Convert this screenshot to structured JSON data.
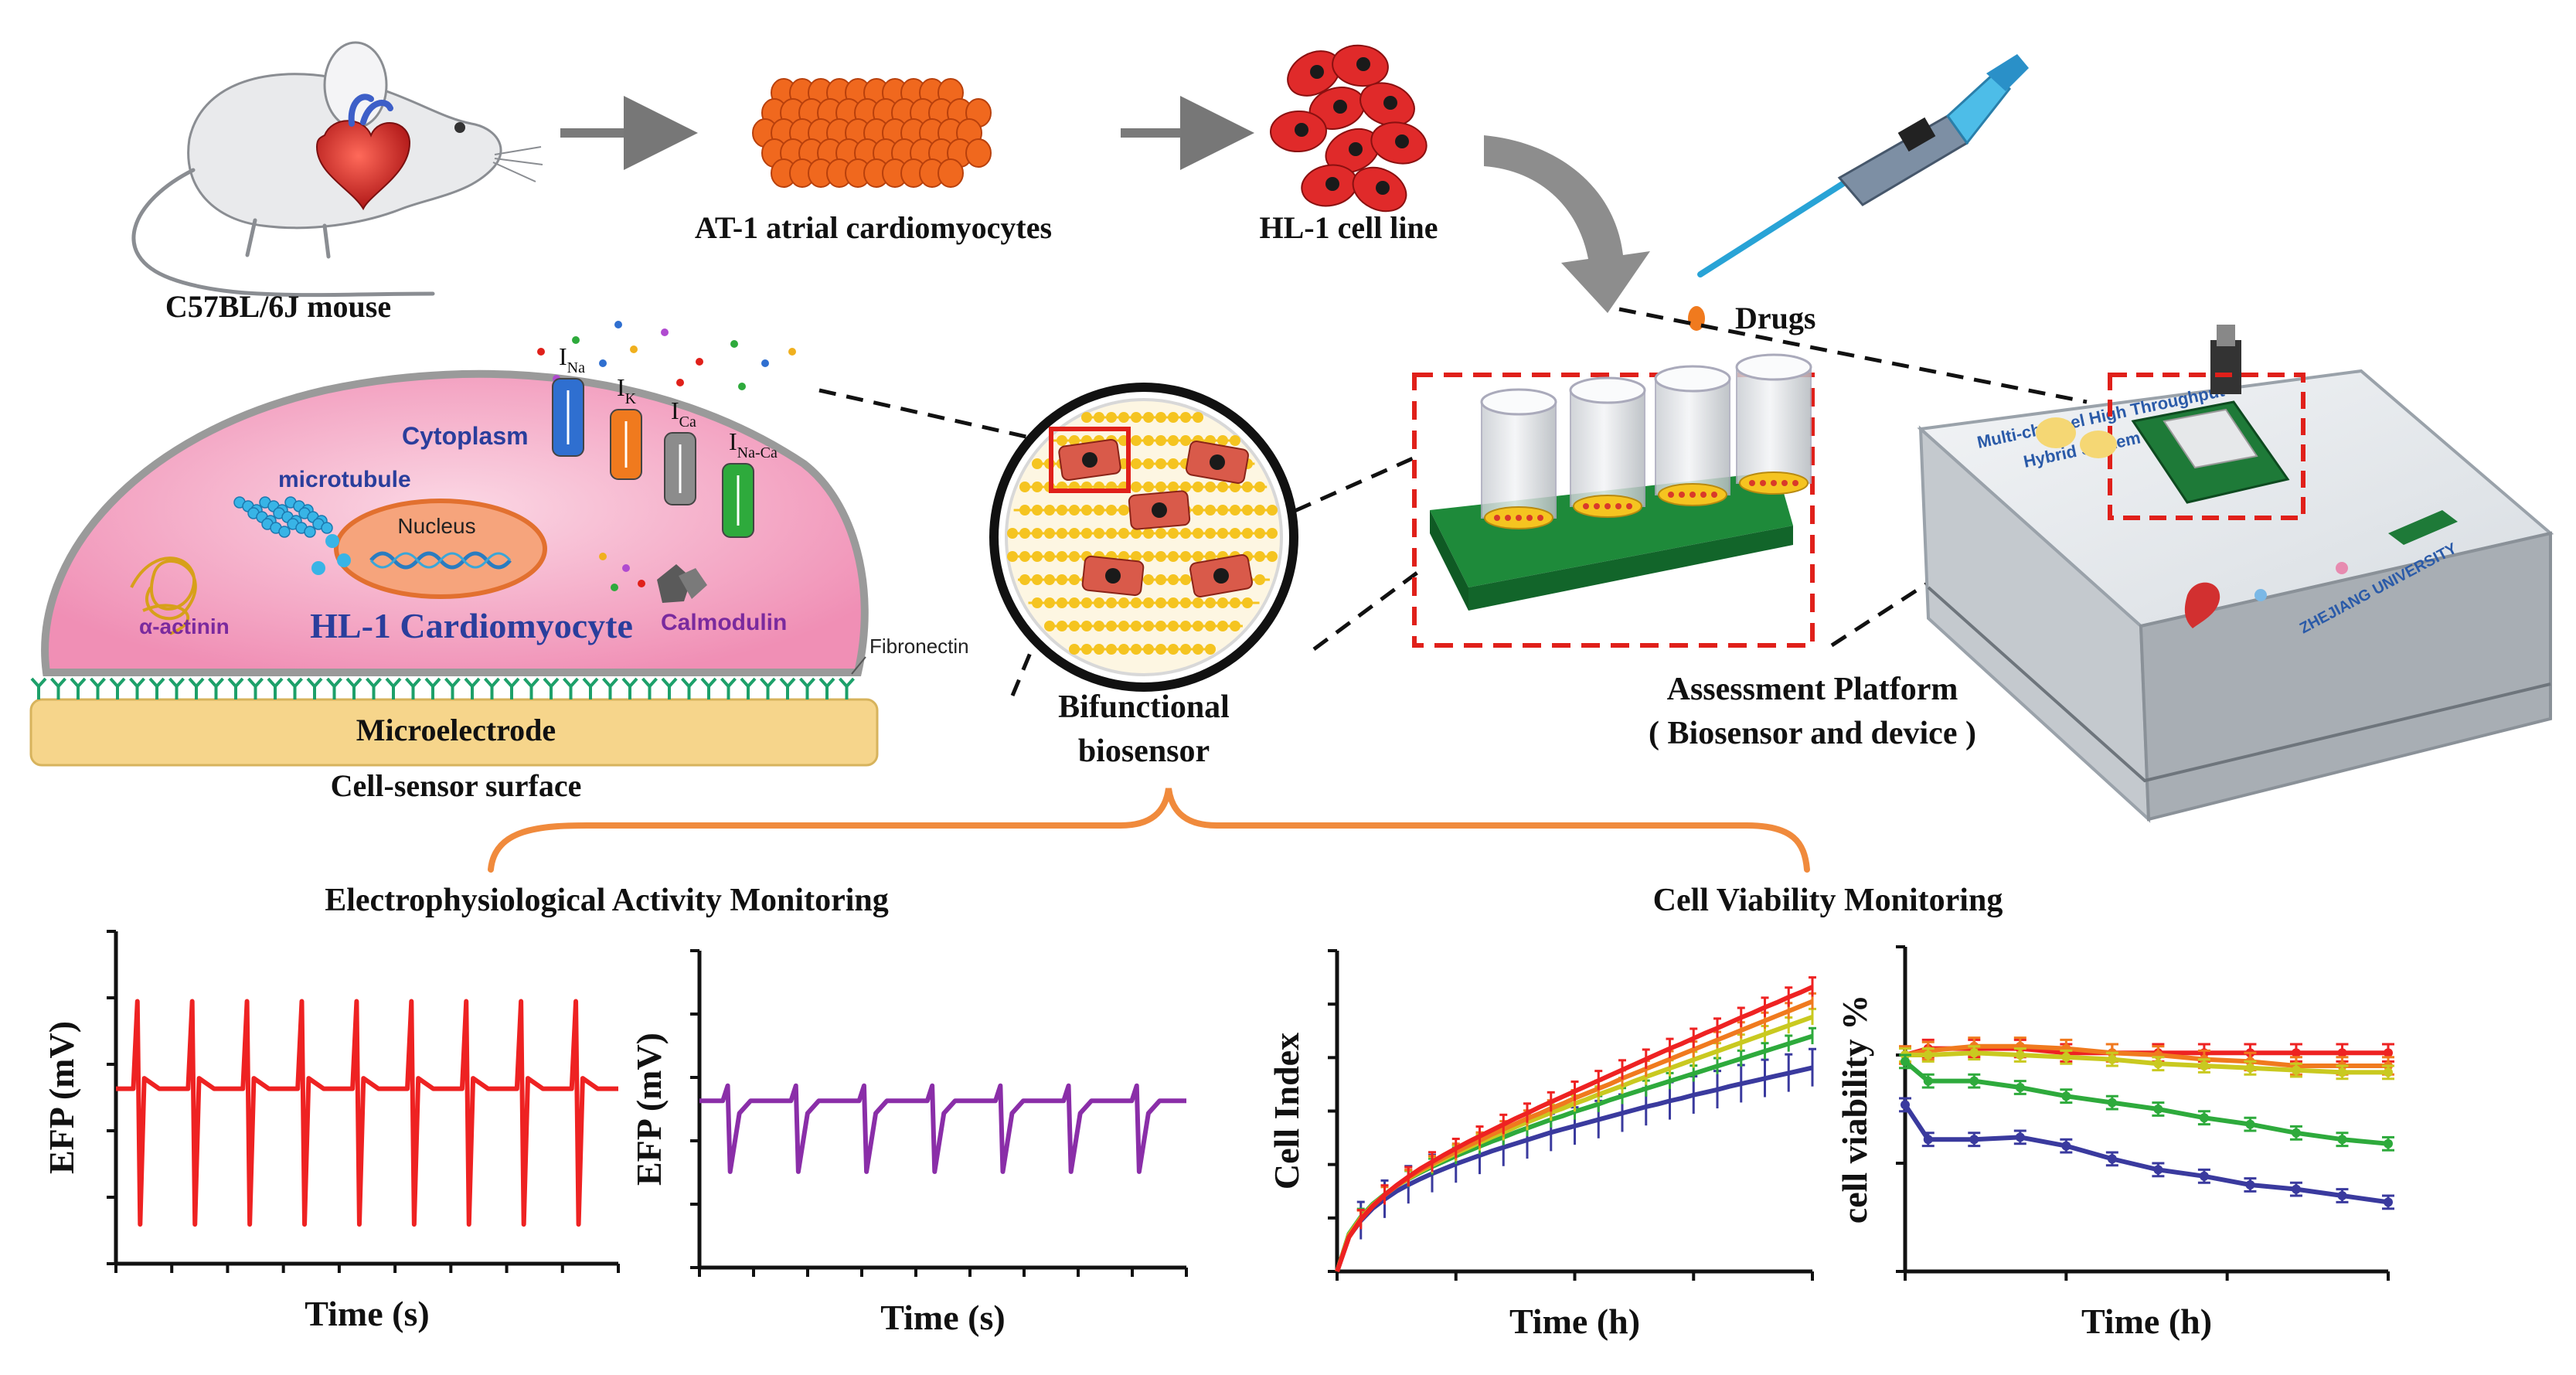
{
  "pipeline": {
    "mouse_label": "C57BL/6J mouse",
    "at1_label": "AT-1 atrial cardiomyocytes",
    "hl1_label": "HL-1 cell line",
    "drugs_label": "Drugs"
  },
  "cell": {
    "cytoplasm": "Cytoplasm",
    "microtubule": "microtubule",
    "nucleus": "Nucleus",
    "actinin": "α-actinin",
    "title": "HL-1 Cardiomyocyte",
    "calmodulin": "Calmodulin",
    "fibronectin": "Fibronectin",
    "electrode": "Microelectrode",
    "surface": "Cell-sensor surface",
    "channels": [
      {
        "main": "I",
        "sub": "Na",
        "color": "#2f6fd0"
      },
      {
        "main": "I",
        "sub": "K",
        "color": "#f07a1e"
      },
      {
        "main": "I",
        "sub": "Ca",
        "color": "#8c8c8c"
      },
      {
        "main": "I",
        "sub": "Na-Ca",
        "color": "#2eaa3c"
      }
    ]
  },
  "sensor": {
    "label_line1": "Bifunctional",
    "label_line2": "biosensor"
  },
  "platform": {
    "label_line1": "Assessment Platform",
    "label_line2": "( Biosensor and device )",
    "device_line1": "Multi-channel High Throughput",
    "device_line2": "Hybrid System",
    "device_brand": "ZHEJIANG UNIVERSITY"
  },
  "sections": {
    "ephys": "Electrophysiological Activity Monitoring",
    "viability": "Cell Viability Monitoring"
  },
  "chart_data": [
    {
      "type": "line",
      "xlabel": "Time (s)",
      "ylabel": "EFP (mV)",
      "series": [
        {
          "color": "#ee2222",
          "spike_times": [
            0.5,
            1.7,
            2.9,
            4.1,
            5.3,
            6.5,
            7.7,
            8.9,
            10.1
          ],
          "spike_up": 1.0,
          "spike_down": -1.55
        }
      ],
      "xlim": [
        0,
        11
      ],
      "ylim": [
        -2,
        1.8
      ]
    },
    {
      "type": "line",
      "xlabel": "Time (s)",
      "ylabel": "EFP (mV)",
      "series": [
        {
          "color": "#8a2ea8",
          "spike_times": [
            0.6,
            2.0,
            3.4,
            4.8,
            6.2,
            7.6,
            9.0
          ],
          "spike_down": -0.85
        }
      ],
      "xlim": [
        0,
        10
      ],
      "ylim": [
        -2,
        1.8
      ]
    },
    {
      "type": "line",
      "xlabel": "Time (h)",
      "ylabel": "Cell Index",
      "x": [
        0,
        1,
        2,
        3,
        4,
        5,
        6,
        7,
        8,
        9,
        10,
        11,
        12,
        13,
        14,
        15,
        16,
        17,
        18,
        19,
        20,
        21,
        22,
        23,
        24,
        25,
        26,
        27,
        28,
        29,
        30,
        31,
        32,
        33,
        34,
        35,
        36,
        37,
        38,
        39,
        40
      ],
      "series": [
        {
          "color": "#3a3a9e",
          "values": [
            0.0,
            0.65,
            0.95,
            1.18,
            1.35,
            1.5,
            1.62,
            1.73,
            1.83,
            1.92,
            2.01,
            2.09,
            2.17,
            2.25,
            2.32,
            2.39,
            2.46,
            2.53,
            2.6,
            2.66,
            2.72,
            2.78,
            2.84,
            2.9,
            2.96,
            3.02,
            3.08,
            3.13,
            3.19,
            3.24,
            3.3,
            3.35,
            3.4,
            3.46,
            3.51,
            3.56,
            3.61,
            3.66,
            3.71,
            3.76,
            3.81
          ],
          "error": 0.35
        },
        {
          "color": "#2eaa3c",
          "values": [
            0.0,
            0.7,
            1.02,
            1.26,
            1.44,
            1.6,
            1.73,
            1.85,
            1.96,
            2.06,
            2.16,
            2.25,
            2.34,
            2.43,
            2.51,
            2.6,
            2.68,
            2.76,
            2.84,
            2.91,
            2.99,
            3.06,
            3.13,
            3.21,
            3.28,
            3.35,
            3.42,
            3.49,
            3.56,
            3.63,
            3.7,
            3.77,
            3.84,
            3.91,
            3.98,
            4.05,
            4.12,
            4.19,
            4.26,
            4.33,
            4.4
          ],
          "error": 0.15
        },
        {
          "color": "#c9c920",
          "values": [
            0.0,
            0.68,
            1.0,
            1.24,
            1.43,
            1.6,
            1.74,
            1.87,
            1.99,
            2.1,
            2.21,
            2.31,
            2.41,
            2.51,
            2.6,
            2.7,
            2.79,
            2.88,
            2.97,
            3.05,
            3.14,
            3.22,
            3.31,
            3.39,
            3.47,
            3.56,
            3.64,
            3.72,
            3.8,
            3.88,
            3.96,
            4.04,
            4.12,
            4.2,
            4.28,
            4.36,
            4.44,
            4.52,
            4.6,
            4.68,
            4.76
          ],
          "error": 0.15
        },
        {
          "color": "#f07a1e",
          "values": [
            0.0,
            0.66,
            0.99,
            1.23,
            1.43,
            1.6,
            1.75,
            1.89,
            2.01,
            2.13,
            2.24,
            2.35,
            2.45,
            2.56,
            2.66,
            2.76,
            2.86,
            2.95,
            3.05,
            3.14,
            3.24,
            3.33,
            3.42,
            3.51,
            3.61,
            3.7,
            3.79,
            3.88,
            3.97,
            4.06,
            4.15,
            4.24,
            4.33,
            4.42,
            4.51,
            4.6,
            4.69,
            4.78,
            4.87,
            4.96,
            5.05
          ],
          "error": 0.15
        },
        {
          "color": "#ee2222",
          "values": [
            0.0,
            0.64,
            0.97,
            1.22,
            1.43,
            1.61,
            1.77,
            1.92,
            2.05,
            2.18,
            2.3,
            2.42,
            2.53,
            2.64,
            2.75,
            2.86,
            2.96,
            3.07,
            3.17,
            3.27,
            3.37,
            3.47,
            3.57,
            3.67,
            3.77,
            3.87,
            3.97,
            4.07,
            4.17,
            4.26,
            4.36,
            4.46,
            4.55,
            4.65,
            4.75,
            4.84,
            4.94,
            5.03,
            5.13,
            5.22,
            5.32
          ],
          "error": 0.18
        }
      ],
      "xlim": [
        0,
        40
      ],
      "ylim": [
        0,
        6
      ]
    },
    {
      "type": "line",
      "xlabel": "Time (h)",
      "ylabel": "cell viability %",
      "x": [
        0,
        1,
        3,
        5,
        7,
        9,
        11,
        13,
        15,
        17,
        19,
        21
      ],
      "series": [
        {
          "color": "#ee2222",
          "values": [
            100,
            103,
            103,
            103,
            101,
            101,
            101,
            101,
            101,
            101,
            101,
            101
          ],
          "error": 4
        },
        {
          "color": "#f07a1e",
          "values": [
            100,
            102,
            104,
            104,
            103,
            101,
            100,
            98,
            97,
            95,
            95,
            95
          ],
          "error": 4
        },
        {
          "color": "#c9c920",
          "values": [
            100,
            100,
            101,
            100,
            99,
            98,
            96,
            95,
            94,
            93,
            92,
            92
          ],
          "error": 3
        },
        {
          "color": "#2eaa3c",
          "values": [
            97,
            88,
            88,
            85,
            81,
            78,
            75,
            71,
            68,
            64,
            61,
            59
          ],
          "error": 3
        },
        {
          "color": "#3a3a9e",
          "values": [
            77,
            61,
            61,
            62,
            58,
            52,
            47,
            44,
            40,
            38,
            35,
            32
          ],
          "error": 3
        }
      ],
      "xlim": [
        0,
        21
      ],
      "ylim": [
        0,
        150
      ]
    }
  ]
}
